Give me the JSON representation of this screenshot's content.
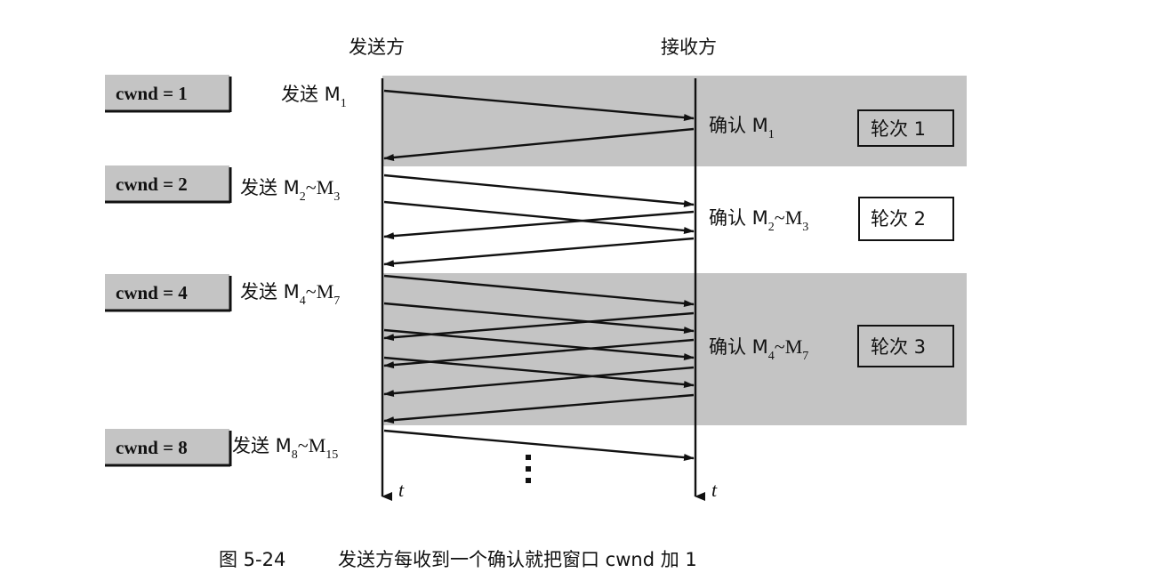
{
  "header": {
    "sender": "发送方",
    "receiver": "接收方"
  },
  "time_label": "t",
  "rows": [
    {
      "cwnd": "cwnd = 1",
      "send_prefix": "发送 M",
      "send_from": "1",
      "send_to": "",
      "ack_prefix": "确认 M",
      "ack_from": "1",
      "ack_to": "",
      "round": "轮次 1",
      "shaded": true
    },
    {
      "cwnd": "cwnd = 2",
      "send_prefix": "发送 M",
      "send_from": "2",
      "send_to": "3",
      "ack_prefix": "确认 M",
      "ack_from": "2",
      "ack_to": "3",
      "round": "轮次 2",
      "shaded": false
    },
    {
      "cwnd": "cwnd = 4",
      "send_prefix": "发送 M",
      "send_from": "4",
      "send_to": "7",
      "ack_prefix": "确认 M",
      "ack_from": "4",
      "ack_to": "7",
      "round": "轮次 3",
      "shaded": true
    },
    {
      "cwnd": "cwnd = 8",
      "send_prefix": "发送 M",
      "send_from": "8",
      "send_to": "15"
    }
  ],
  "caption": {
    "number": "图 5-24",
    "text": "发送方每收到一个确认就把窗口 cwnd 加 1"
  },
  "colors": {
    "shade": "#c4c4c4",
    "line": "#111111"
  }
}
